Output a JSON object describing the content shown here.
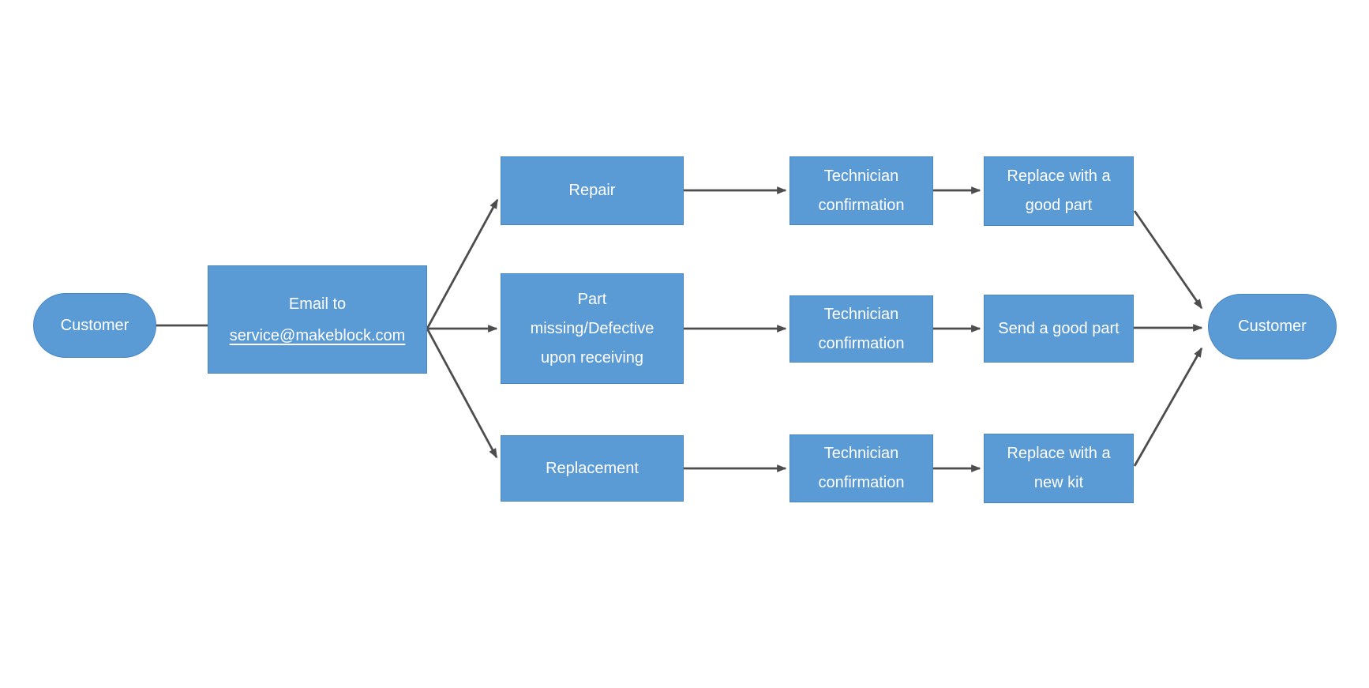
{
  "diagram": {
    "colors": {
      "node_fill": "#5b9bd5",
      "node_border": "#4a86c2",
      "node_text": "#ffffff",
      "connector": "#4d4d4d",
      "background": "#ffffff"
    },
    "nodes": {
      "customer_start": {
        "label": "Customer"
      },
      "email": {
        "lines": [
          "Email to",
          "service@makeblock.com"
        ]
      },
      "repair": {
        "label": "Repair"
      },
      "part_missing": {
        "lines": [
          "Part",
          "missing/Defective",
          "upon receiving"
        ]
      },
      "replacement": {
        "label": "Replacement"
      },
      "technician_top": {
        "lines": [
          "Technician",
          "confirmation"
        ]
      },
      "technician_middle": {
        "lines": [
          "Technician",
          "confirmation"
        ]
      },
      "technician_bottom": {
        "lines": [
          "Technician",
          "confirmation"
        ]
      },
      "replace_good_part": {
        "lines": [
          "Replace with a",
          "good part"
        ]
      },
      "send_good_part": {
        "label": "Send a good part"
      },
      "replace_new_kit": {
        "lines": [
          "Replace with a",
          "new kit"
        ]
      },
      "customer_end": {
        "label": "Customer"
      }
    }
  }
}
